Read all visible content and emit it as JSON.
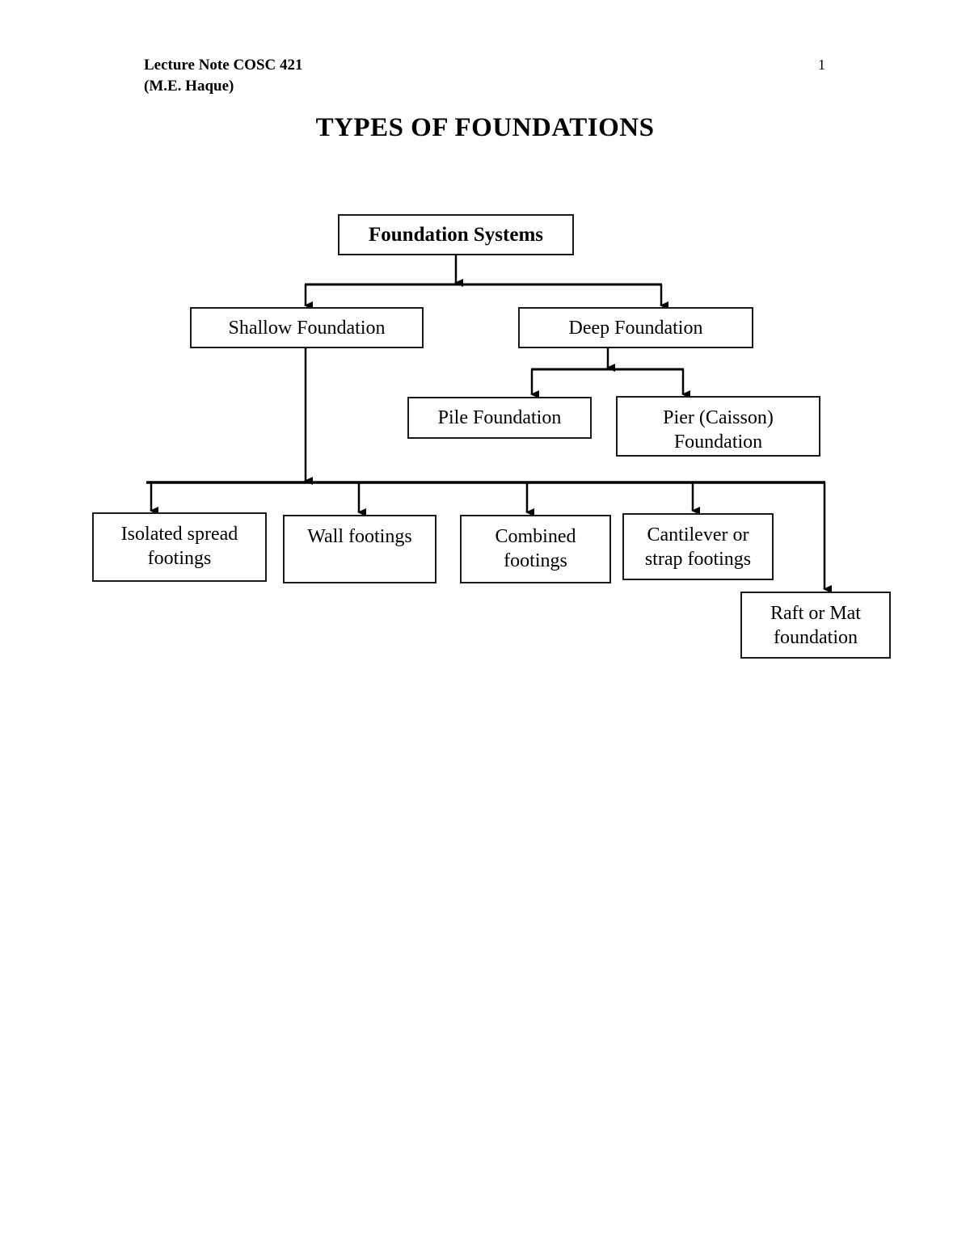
{
  "document": {
    "header": {
      "course_line": "Lecture Note COSC 421",
      "author_line": "(M.E. Haque)",
      "page_number": "1"
    },
    "title": "TYPES OF FOUNDATIONS"
  },
  "diagram": {
    "type": "hierarchy-flowchart",
    "nodes": {
      "root": "Foundation Systems",
      "shallow": "Shallow Foundation",
      "deep": "Deep Foundation",
      "pile": "Pile Foundation",
      "pier_line1": "Pier (Caisson)",
      "pier_line2": "Foundation",
      "isolated_line1": "Isolated spread",
      "isolated_line2": "footings",
      "wall": "Wall footings",
      "combined_line1": "Combined",
      "combined_line2": "footings",
      "cantilever_line1": "Cantilever or",
      "cantilever_line2": "strap footings",
      "raft_line1": "Raft or Mat",
      "raft_line2": "foundation"
    },
    "edges": [
      {
        "from": "root",
        "to": "shallow"
      },
      {
        "from": "root",
        "to": "deep"
      },
      {
        "from": "deep",
        "to": "pile"
      },
      {
        "from": "deep",
        "to": "pier"
      },
      {
        "from": "shallow",
        "to": "isolated"
      },
      {
        "from": "shallow",
        "to": "wall"
      },
      {
        "from": "shallow",
        "to": "combined"
      },
      {
        "from": "shallow",
        "to": "cantilever"
      },
      {
        "from": "shallow",
        "to": "raft"
      }
    ],
    "colors": {
      "box_border": "#1a1a1a",
      "connector": "#000000",
      "page_background": "#ffffff",
      "text": "#000000"
    }
  }
}
